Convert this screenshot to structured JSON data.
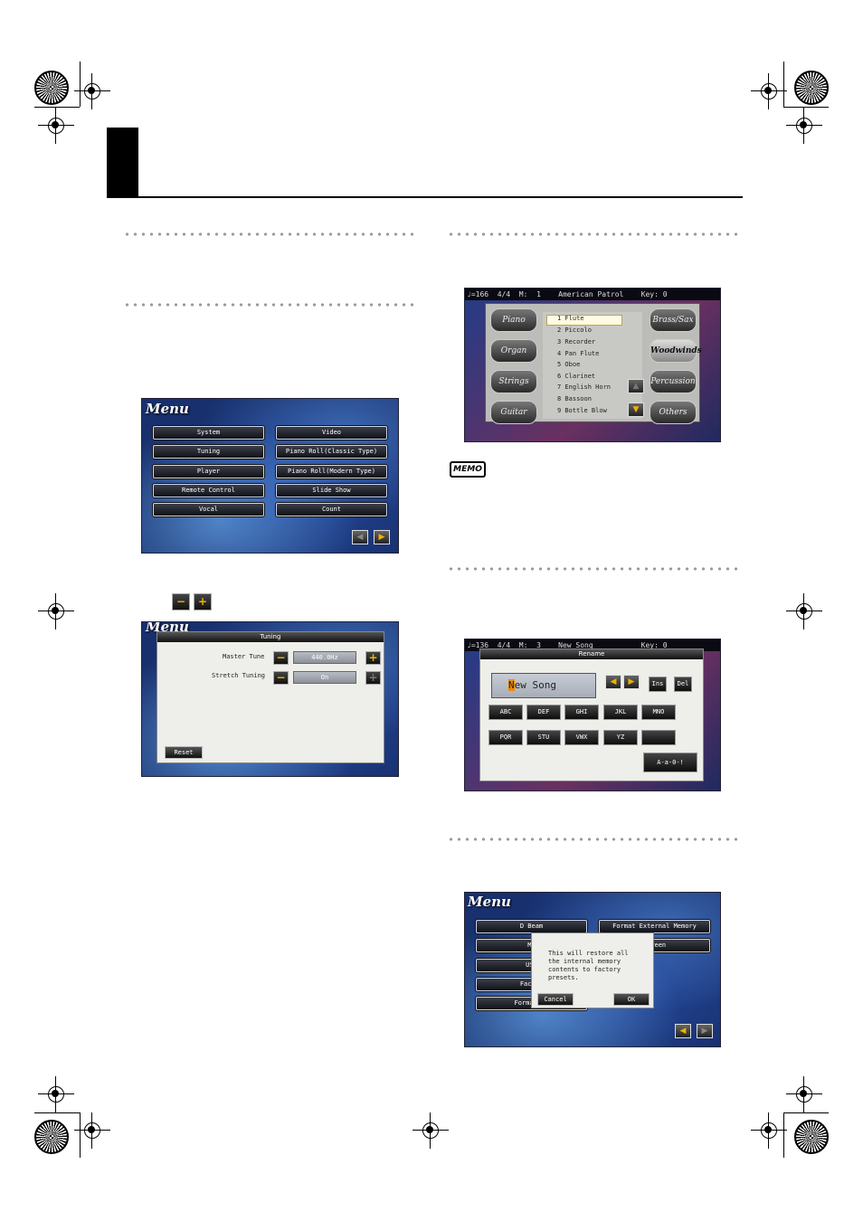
{
  "screen_menu1": {
    "title": "Menu",
    "buttons_left": [
      "System",
      "Tuning",
      "Player",
      "Remote Control",
      "Vocal"
    ],
    "buttons_right": [
      "Video",
      "Piano Roll(Classic Type)",
      "Piano Roll(Modern Type)",
      "Slide Show",
      "Count"
    ]
  },
  "icons_row": {
    "minus_symbol": "−",
    "plus_symbol": "+"
  },
  "screen_tuning": {
    "menu_title": "Menu",
    "dialog_title": "Tuning",
    "rows": [
      {
        "label": "Master Tune",
        "value": "440.0Hz"
      },
      {
        "label": "Stretch Tuning",
        "value": "On"
      }
    ],
    "reset_label": "Reset"
  },
  "screen_instruments": {
    "topbar": "♩=166  4/4  M:  1    American Patrol    Key: 0",
    "categories_left": [
      "Piano",
      "Organ",
      "Strings",
      "Guitar"
    ],
    "categories_right": [
      "Brass/Sax",
      "Woodwinds",
      "Percussion",
      "Others"
    ],
    "instruments": [
      "1 Flute",
      "2 Piccolo",
      "3 Recorder",
      "4 Pan Flute",
      "5 Oboe",
      "6 Clarinet",
      "7 English Horn",
      "8 Bassoon",
      "9 Bottle Blow"
    ]
  },
  "memo_icon_label": "MEMO",
  "screen_rename": {
    "topbar": "♩=136  4/4  M:  3    New Song           Key: 0",
    "dialog_title": "Rename",
    "name_cursor_char": "N",
    "name_rest": "ew Song",
    "ins_label": "Ins",
    "del_label": "Del",
    "keys_row1": [
      "ABC",
      "DEF",
      "GHI",
      "JKL",
      "MNO"
    ],
    "keys_row2": [
      "PQR",
      "STU",
      "VWX",
      "YZ",
      ""
    ],
    "mode_label": "A-a-0-!"
  },
  "screen_factory": {
    "title": "Menu",
    "buttons_left": [
      "D Beam",
      "Mi",
      "USB",
      "Factor",
      "Format Us"
    ],
    "buttons_right": [
      "Format External  Memory",
      "Screen"
    ],
    "message": "This will restore all the internal memory contents to factory presets.",
    "cancel_label": "Cancel",
    "ok_label": "OK"
  }
}
